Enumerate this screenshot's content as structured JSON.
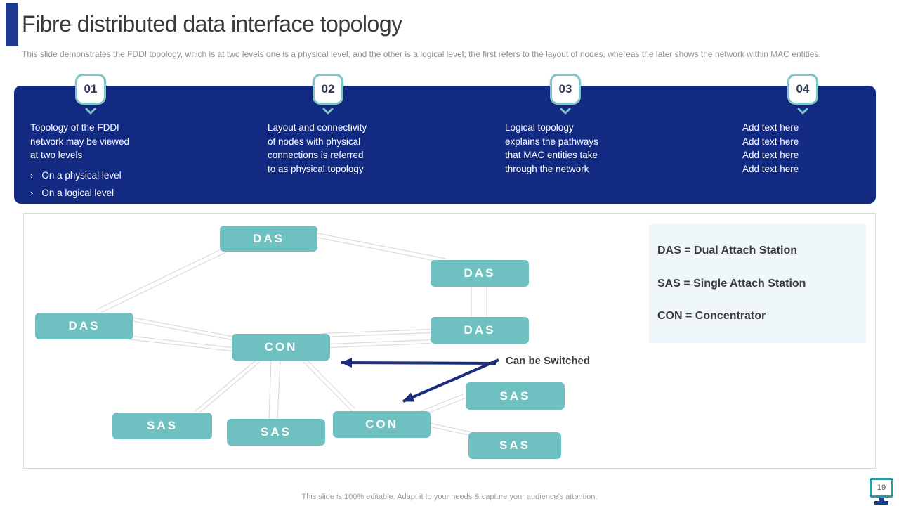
{
  "slide": {
    "title": "Fibre distributed data interface topology",
    "subtitle": "This slide demonstrates the FDDI topology, which is at two levels one is a physical level, and the other is a logical level; the first refers to the layout of nodes, whereas the later shows the network within MAC  entities.",
    "footer": "This slide is 100% editable. Adapt it to your needs & capture your audience's attention.",
    "page_number": "19"
  },
  "banner": {
    "bullet_char": "›",
    "steps": [
      {
        "number": "01",
        "text": "Topology of the FDDI\nnetwork may be viewed\nat two levels",
        "bullets": [
          "On a physical level",
          "On a logical level"
        ]
      },
      {
        "number": "02",
        "text": "Layout and connectivity\nof nodes with physical\nconnections is referred\nto as physical topology",
        "bullets": []
      },
      {
        "number": "03",
        "text": "Logical topology\nexplains the pathways\nthat MAC entities take\nthrough the network",
        "bullets": []
      },
      {
        "number": "04",
        "text": "Add text here\nAdd text here\nAdd text here\nAdd text here",
        "bullets": []
      }
    ]
  },
  "diagram": {
    "nodes": [
      {
        "label": "DAS"
      },
      {
        "label": "DAS"
      },
      {
        "label": "DAS"
      },
      {
        "label": "DAS"
      },
      {
        "label": "CON"
      },
      {
        "label": "SAS"
      },
      {
        "label": "SAS"
      },
      {
        "label": "CON"
      },
      {
        "label": "SAS"
      },
      {
        "label": "SAS"
      }
    ],
    "annotation": "Can be Switched",
    "legend": [
      "DAS = Dual Attach Station",
      "SAS = Single Attach Station",
      "CON = Concentrator"
    ]
  },
  "colors": {
    "banner_navy": "#132a82",
    "accent_navy": "#1e3a93",
    "arrow_navy": "#1c2d7d",
    "node_teal": "#6fc0c0",
    "badge_border_teal": "#7cc6c7",
    "legend_bg": "#eff7fb",
    "connector_gray": "#dcdcdc"
  }
}
